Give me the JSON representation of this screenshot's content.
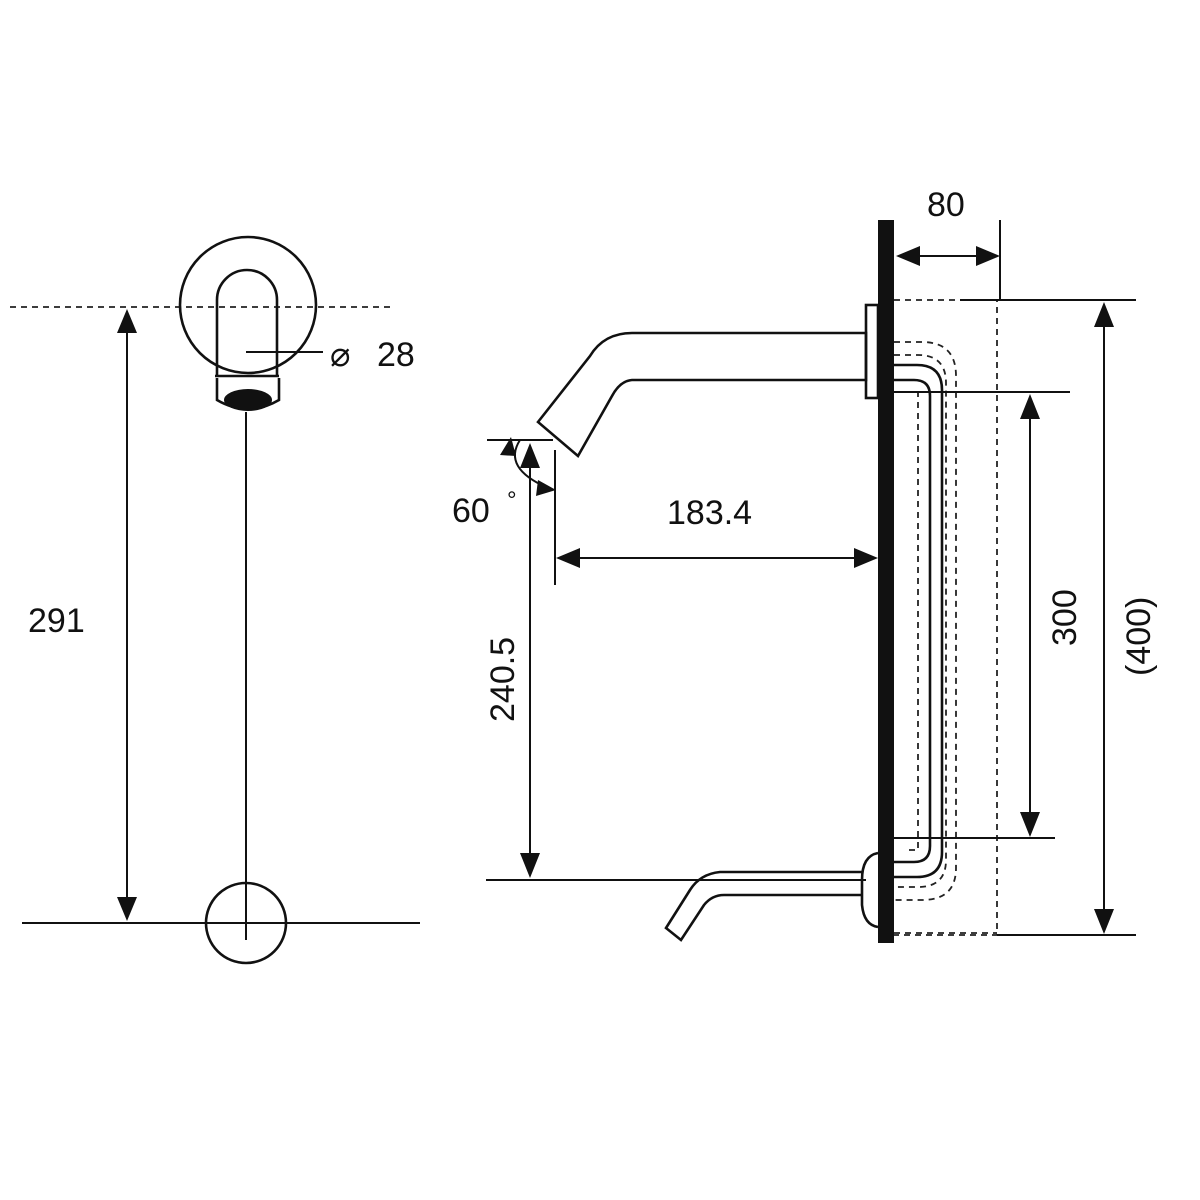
{
  "dimensions": {
    "diameter_symbol": "⌀",
    "diameter": "28",
    "height_left": "291",
    "angle": "60",
    "angle_unit": "°",
    "spout_reach": "183.4",
    "outlet_height": "240.5",
    "wall_depth": "80",
    "pipe_length": "300",
    "overall_height": "(400)"
  },
  "colors": {
    "line": "#111111",
    "wall": "#111111",
    "background": "#ffffff"
  }
}
